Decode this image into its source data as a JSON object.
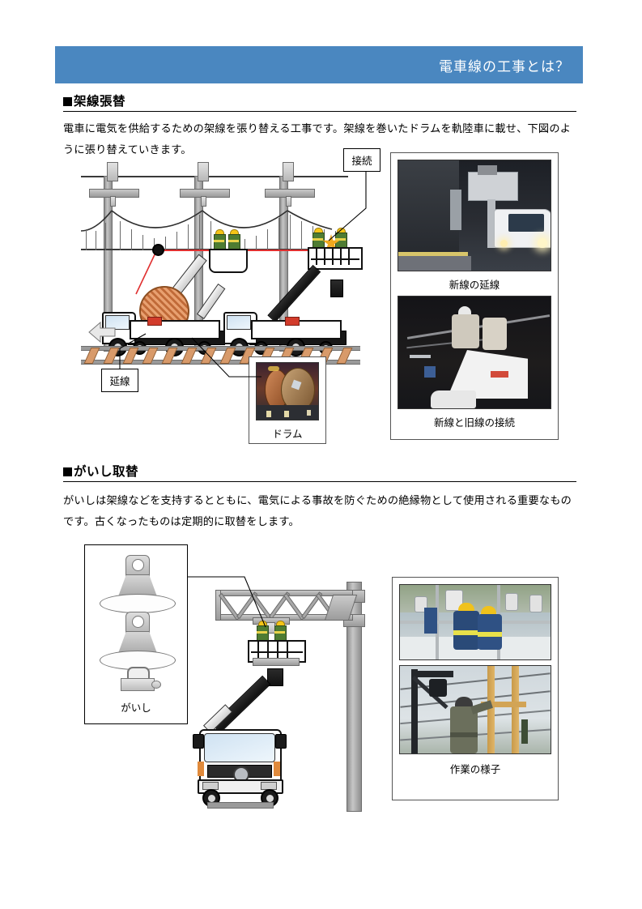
{
  "document": {
    "header_title": "電車線の工事とは？",
    "header_color": "#4a87c0"
  },
  "sections": [
    {
      "heading": "架線張替",
      "body": "電車に電気を供給するための架線を張り替える工事です。架線を巻いたドラムを軌陸車に載せ、下図のように張り替えていきます。",
      "diagram_labels": {
        "connection": "接続",
        "extension": "延線",
        "drum": "ドラム"
      },
      "photos": [
        {
          "caption": "新線の延線"
        },
        {
          "caption": "新線と旧線の接続"
        }
      ]
    },
    {
      "heading": "がいし取替",
      "body": "がいしは架線などを支持するとともに、電気による事故を防ぐための絶縁物として使用される重要なものです。古くなったものは定期的に取替をします。",
      "diagram_labels": {
        "insulator": "がいし"
      },
      "photos": [
        {
          "caption": "作業の様子"
        }
      ]
    }
  ]
}
